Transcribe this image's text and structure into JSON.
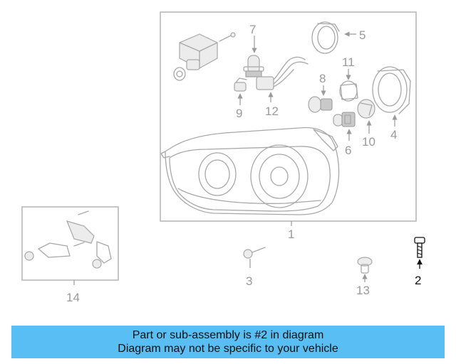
{
  "callouts": {
    "p1": "1",
    "p2": "2",
    "p3": "3",
    "p4": "4",
    "p5": "5",
    "p6": "6",
    "p7": "7",
    "p8": "8",
    "p9": "9",
    "p10": "10",
    "p11": "11",
    "p12": "12",
    "p13": "13",
    "p14": "14"
  },
  "highlighted_part": "2",
  "banner": {
    "line1": "Part or sub-assembly is #2 in diagram",
    "line2": "Diagram may not be specific to your vehicle"
  },
  "colors": {
    "banner_background": "#59bef3",
    "callout_inactive": "#9a9a9a",
    "callout_active": "#111111"
  }
}
